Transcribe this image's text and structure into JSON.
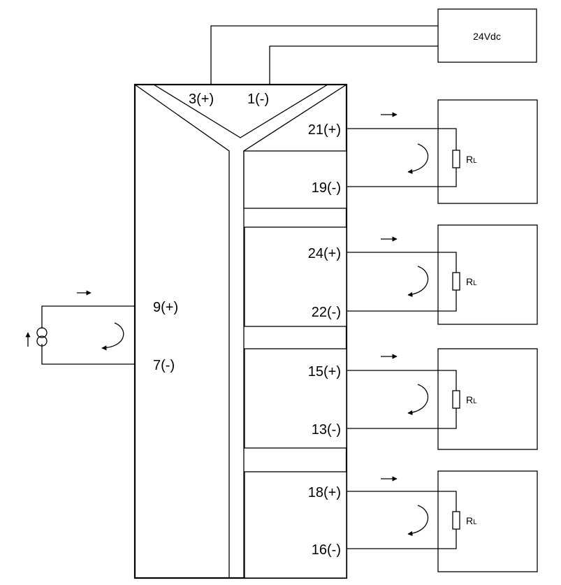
{
  "supply": {
    "label": "24Vdc"
  },
  "power_terminals": {
    "positive": "3(+)",
    "negative": "1(-)"
  },
  "input": {
    "positive": "9(+)",
    "negative": "7(-)"
  },
  "outputs": [
    {
      "positive": "21(+)",
      "negative": "19(-)",
      "load_symbol": "R",
      "load_subscript": "L"
    },
    {
      "positive": "24(+)",
      "negative": "22(-)",
      "load_symbol": "R",
      "load_subscript": "L"
    },
    {
      "positive": "15(+)",
      "negative": "13(-)",
      "load_symbol": "R",
      "load_subscript": "L"
    },
    {
      "positive": "18(+)",
      "negative": "16(-)",
      "load_symbol": "R",
      "load_subscript": "L"
    }
  ],
  "icons": {
    "source": "current-source-icon",
    "flow": "current-direction-arrow-icon",
    "loop": "loop-arrow-icon",
    "resistor": "resistor-icon"
  }
}
